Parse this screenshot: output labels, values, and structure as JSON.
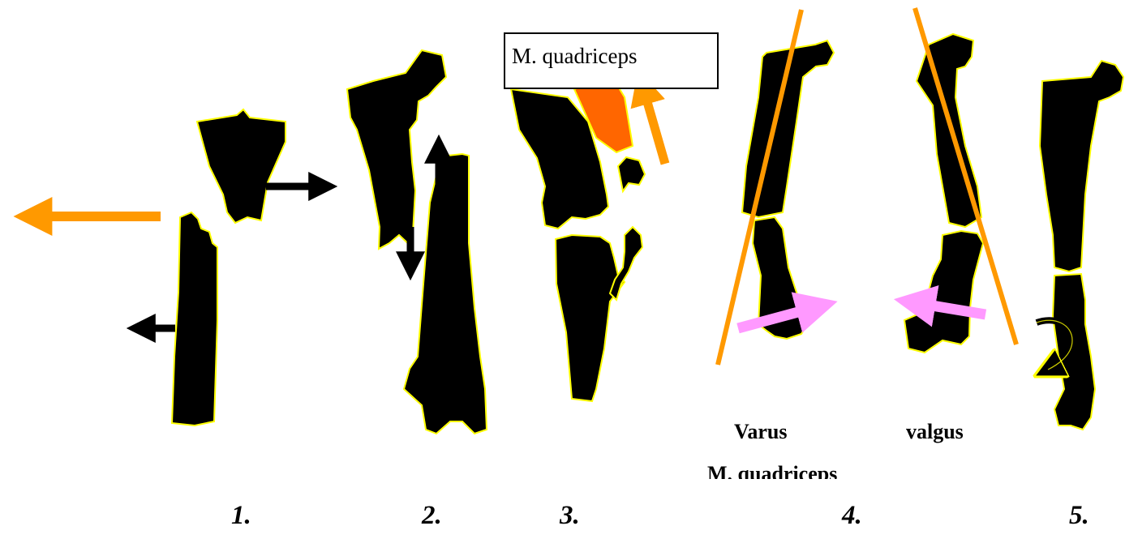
{
  "labels": {
    "muscle_box": "M. quadriceps",
    "varus": "Varus",
    "valgus": "valgus",
    "muscle_cut": "M. quadriceps"
  },
  "numbers": [
    "1.",
    "2.",
    "3.",
    "4.",
    "5."
  ],
  "colors": {
    "bone": "#000000",
    "bone_outline": "#ffff00",
    "orange_arrow": "#ff9900",
    "muscle": "#ff6600",
    "pink_arrow": "#ff99ff",
    "axis_line": "#ff9900"
  },
  "icons": [
    "bone-fragment",
    "arrow",
    "rotation-arrow"
  ]
}
